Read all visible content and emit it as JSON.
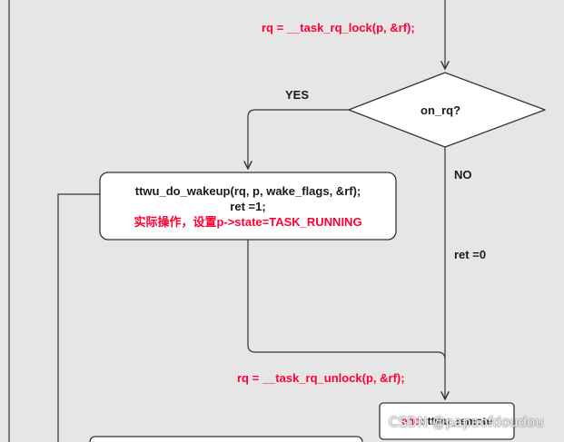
{
  "diagram": {
    "lock_call": "rq = __task_rq_lock(p, &rf);",
    "decision": "on_rq?",
    "yes_label": "YES",
    "no_label": "NO",
    "ret_zero": "ret =0",
    "wakeup_box": {
      "line1": "ttwu_do_wakeup(rq, p, wake_flags, &rf);",
      "line2": "ret =1;",
      "line3": "实际操作，设置p->state=TASK_RUNNING"
    },
    "unlock_call": "rq = __task_rq_unlock(p, &rf);",
    "end_box": {
      "prefix": "end",
      "label": ": ttwu_remote"
    }
  },
  "watermark": "CSDN @papaofdoudou",
  "colors": {
    "background": "#e6e6e6",
    "stroke": "#333333",
    "highlight_text": "#ff0033"
  }
}
